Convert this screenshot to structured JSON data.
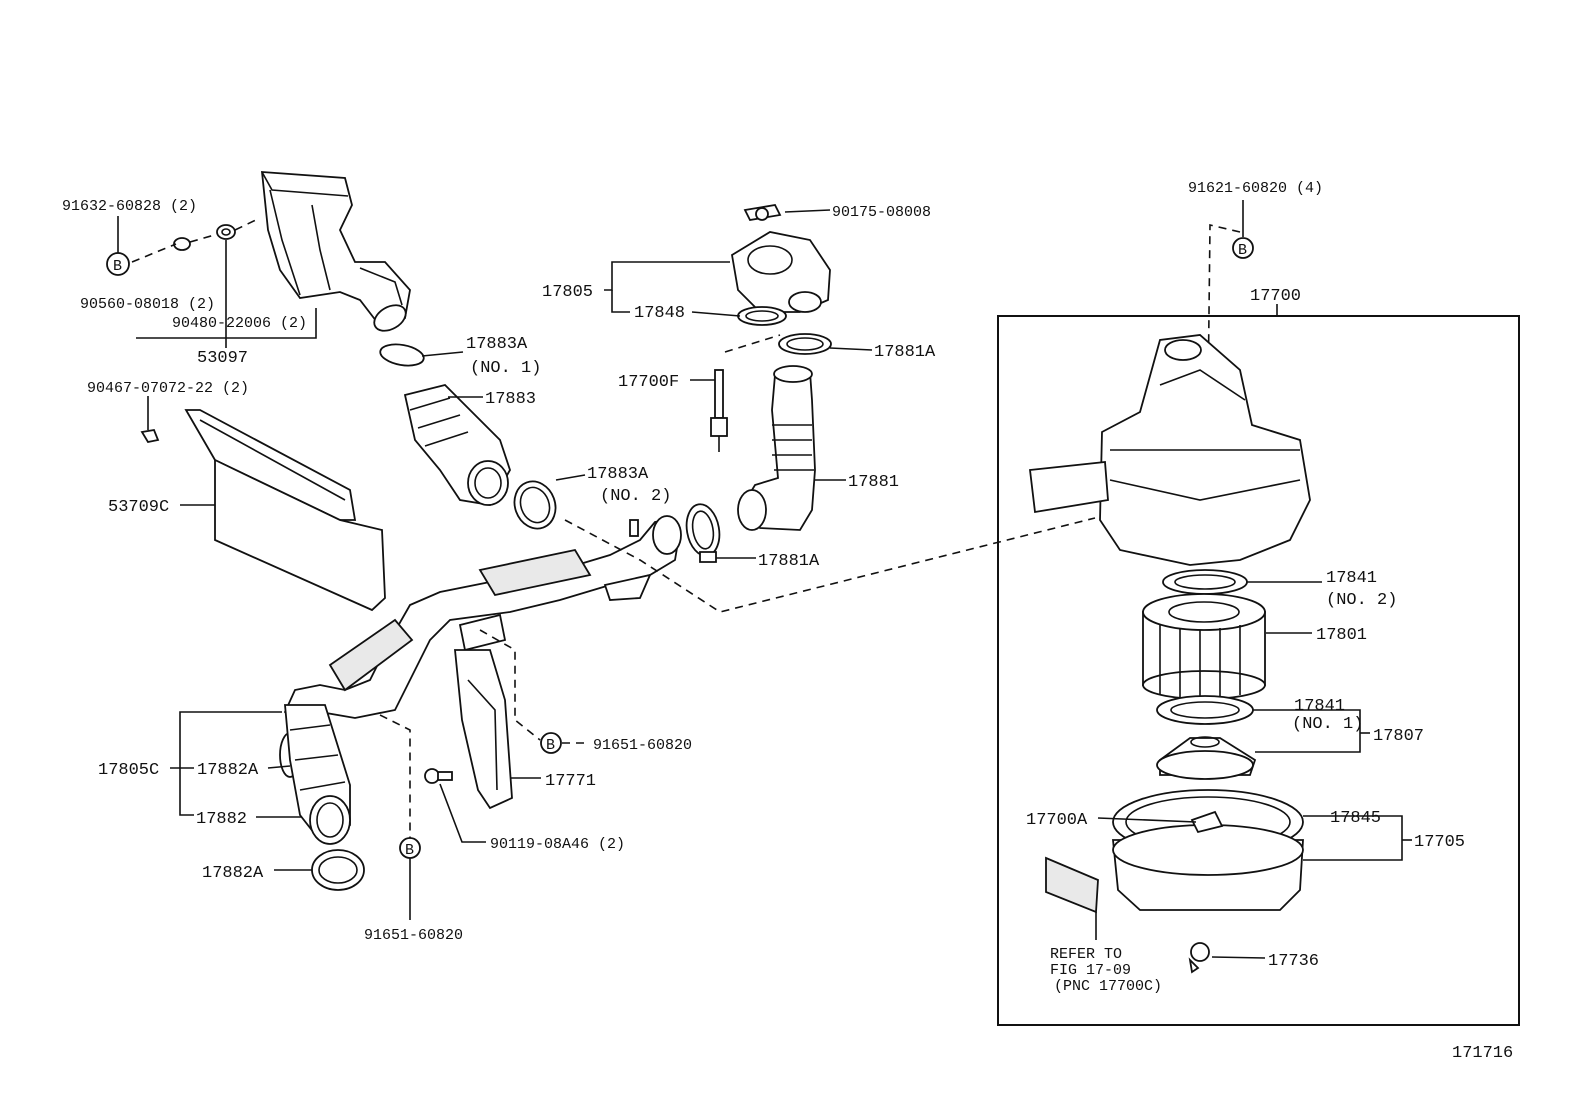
{
  "diagram": {
    "figure_number": "171716",
    "labels": {
      "p91632": "91632-60828 (2)",
      "p90560": "90560-08018 (2)",
      "p90480": "90480-22006 (2)",
      "p53097": "53097",
      "p90467": "90467-07072-22 (2)",
      "p53709C": "53709C",
      "p17805": "17805",
      "p17848": "17848",
      "p90175": "90175-08008",
      "p17700F": "17700F",
      "p17881A_top": "17881A",
      "p17881": "17881",
      "p17881A_bot": "17881A",
      "p17883A_1": "17883A",
      "p17883A_1_note": "(NO. 1)",
      "p17883": "17883",
      "p17883A_2": "17883A",
      "p17883A_2_note": "(NO. 2)",
      "p17805C": "17805C",
      "p17882A_top": "17882A",
      "p17882": "17882",
      "p17882A_bot": "17882A",
      "p91651_right": "91651-60820",
      "p17771": "17771",
      "p90119": "90119-08A46 (2)",
      "p91651_bottom": "91651-60820",
      "p91621": "91621-60820 (4)",
      "p17700": "17700",
      "p17841_2": "17841",
      "p17841_2_note": "(NO. 2)",
      "p17801": "17801",
      "p17841_1": "17841",
      "p17841_1_note": "(NO. 1)",
      "p17807": "17807",
      "p17700A": "17700A",
      "p17845": "17845",
      "p17705": "17705",
      "p17736": "17736",
      "refer_1": "REFER TO",
      "refer_2": "FIG 17-09",
      "refer_3": "(PNC 17700C)",
      "bolt_marker": "B"
    }
  }
}
